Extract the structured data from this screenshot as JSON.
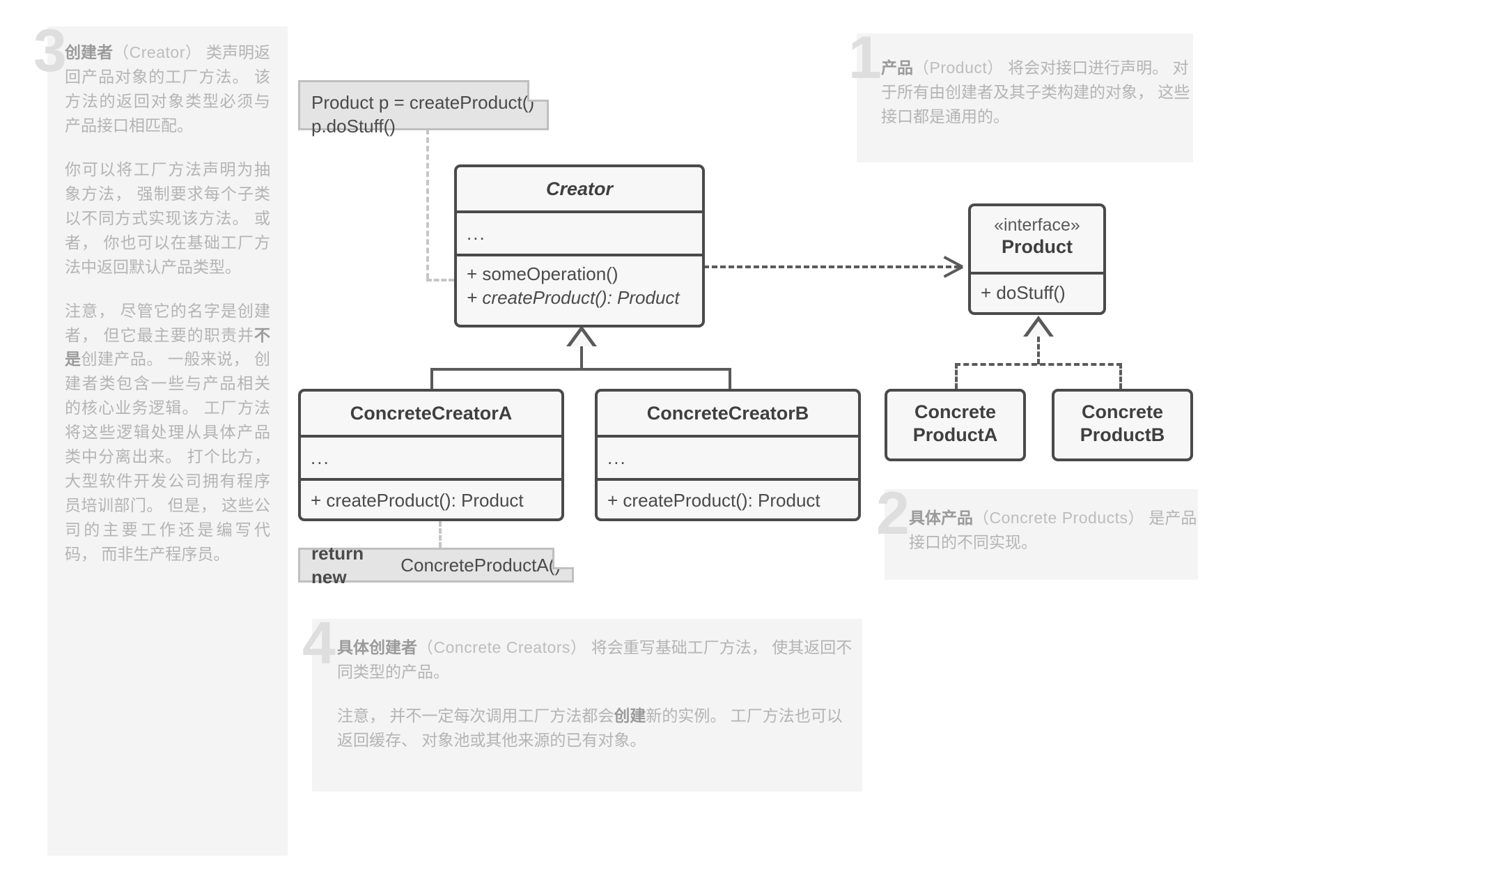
{
  "annotations": [
    {
      "number": "3",
      "title_cn": "创建者",
      "title_en": "（Creator）",
      "paragraphs": [
        "创建者 （Creator） 类声明返回产品对象的工厂方法。 该方法的返回对象类型必须与产品接口相匹配。",
        "你可以将工厂方法声明为抽象方法， 强制要求每个子类以不同方式实现该方法。 或者， 你也可以在基础工厂方法中返回默认产品类型。",
        "注意， 尽管它的名字是创建者， 但它最主要的职责并不是创建产品。 一般来说， 创建者类包含一些与产品相关的核心业务逻辑。 工厂方法将这些逻辑处理从具体产品类中分离出来。 打个比方， 大型软件开发公司拥有程序员培训部门。 但是， 这些公司的主要工作还是编写代码， 而非生产程序员。"
      ],
      "bold_spans": [
        "创建者",
        "不是"
      ]
    },
    {
      "number": "1",
      "title_cn": "产品",
      "title_en": "（Product）",
      "paragraphs": [
        "产品 （Product） 将会对接口进行声明。 对于所有由创建者及其子类构建的对象， 这些接口都是通用的。"
      ],
      "bold_spans": [
        "产品"
      ]
    },
    {
      "number": "2",
      "title_cn": "具体产品",
      "title_en": "（Concrete Products）",
      "paragraphs": [
        "具体产品 （Concrete Products） 是产品接口的不同实现。"
      ],
      "bold_spans": [
        "具体产品"
      ]
    },
    {
      "number": "4",
      "title_cn": "具体创建者",
      "title_en": "（Concrete Creators）",
      "paragraphs": [
        "具体创建者 （Concrete Creators） 将会重写基础工厂方法， 使其返回不同类型的产品。",
        "注意， 并不一定每次调用工厂方法都会创建新的实例。 工厂方法也可以返回缓存、 对象池或其他来源的已有对象。"
      ],
      "bold_spans": [
        "具体创建者",
        "创建"
      ]
    }
  ],
  "diagram": {
    "notes": [
      {
        "id": "client-code-note",
        "line1": "Product p = createProduct()",
        "line2": "p.doStuff()"
      },
      {
        "id": "return-note",
        "bold": "return new",
        "rest": " ConcreteProductA()"
      }
    ],
    "classes": [
      {
        "id": "creator",
        "name": "Creator",
        "stereotype": "",
        "attributes": [
          "..."
        ],
        "methods": [
          "+ someOperation()",
          "+ createProduct(): Product"
        ],
        "italic_name": true,
        "italic_methods": [
          false,
          true
        ]
      },
      {
        "id": "product",
        "name": "Product",
        "stereotype": "«interface»",
        "attributes": [],
        "methods": [
          "+ doStuff()"
        ],
        "italic_name": false,
        "italic_methods": [
          false
        ]
      },
      {
        "id": "concrete-creator-a",
        "name": "ConcreteCreatorA",
        "stereotype": "",
        "attributes": [
          "..."
        ],
        "methods": [
          "+ createProduct(): Product"
        ],
        "italic_name": false,
        "italic_methods": [
          false
        ]
      },
      {
        "id": "concrete-creator-b",
        "name": "ConcreteCreatorB",
        "stereotype": "",
        "attributes": [
          "..."
        ],
        "methods": [
          "+ createProduct(): Product"
        ],
        "italic_name": false,
        "italic_methods": [
          false
        ]
      },
      {
        "id": "concrete-product-a",
        "name_line1": "Concrete",
        "name_line2": "ProductA"
      },
      {
        "id": "concrete-product-b",
        "name_line1": "Concrete",
        "name_line2": "ProductB"
      }
    ],
    "relations": [
      {
        "from": "creator",
        "to": "product",
        "type": "dependency"
      },
      {
        "from": "concrete-creator-a",
        "to": "creator",
        "type": "generalization"
      },
      {
        "from": "concrete-creator-b",
        "to": "creator",
        "type": "generalization"
      },
      {
        "from": "concrete-product-a",
        "to": "product",
        "type": "realization"
      },
      {
        "from": "concrete-product-b",
        "to": "product",
        "type": "realization"
      }
    ]
  },
  "colors": {
    "box_stroke": "#4a4a4a",
    "box_fill": "#f7f7f7",
    "note_fill": "#e4e4e4",
    "note_stroke": "#bfbfbf",
    "panel_fill": "#f4f4f4",
    "panel_text": "#b4b4b4",
    "panel_number": "#dedede",
    "line": "#5a5a5a",
    "light_line": "#c6c6c6"
  }
}
